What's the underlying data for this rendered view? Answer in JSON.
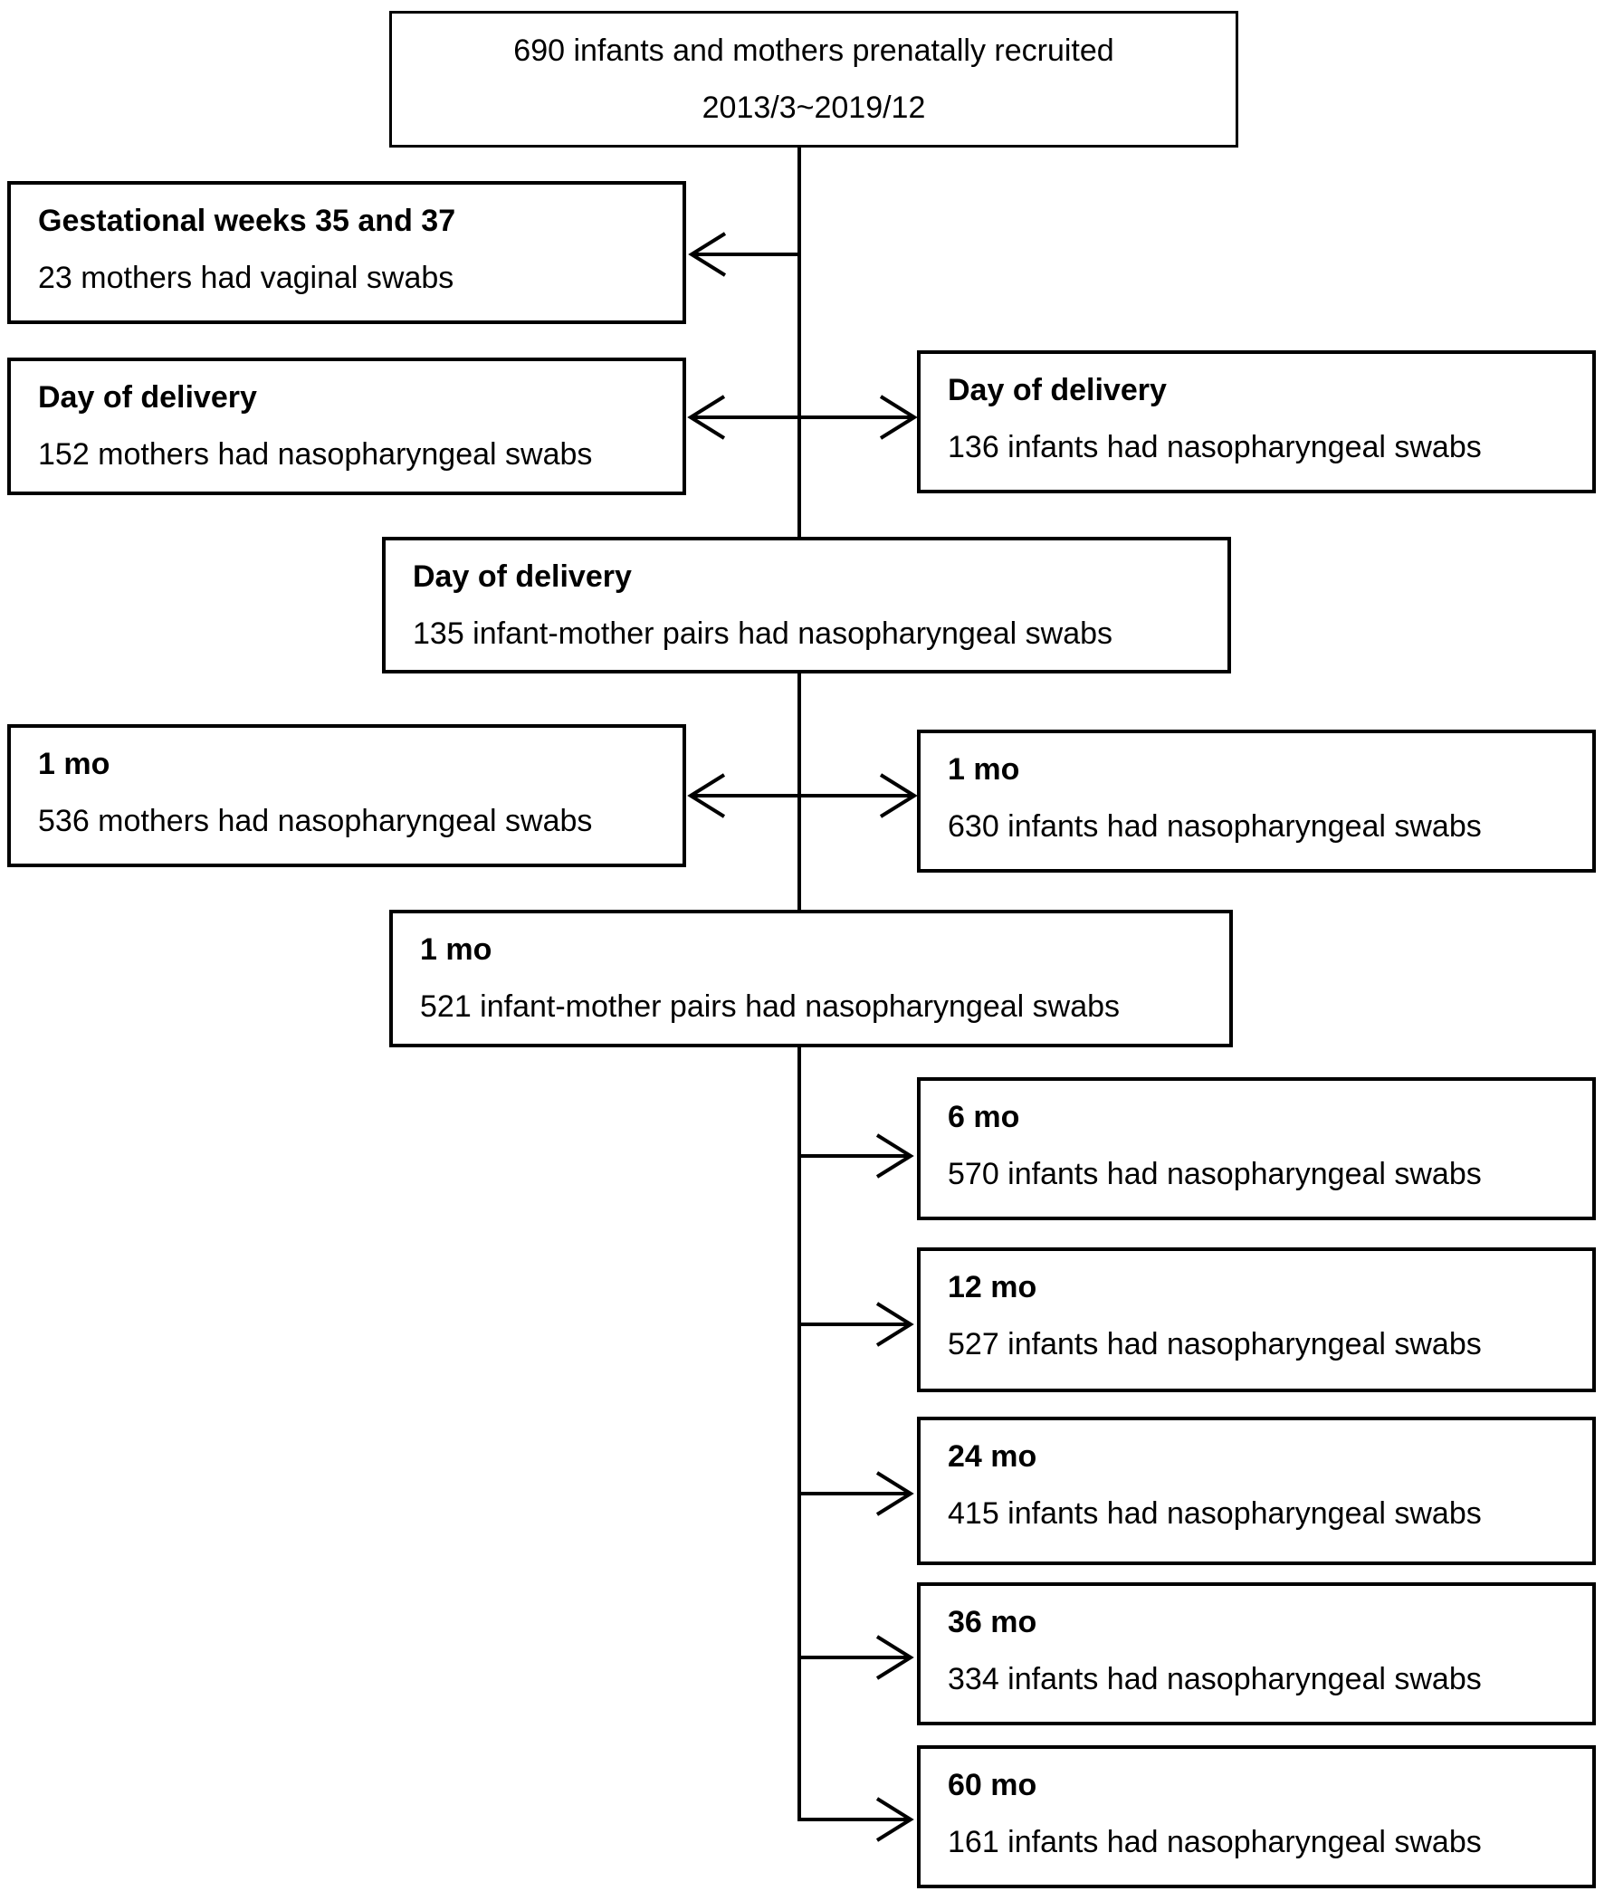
{
  "top_box": {
    "line1": "690 infants and mothers prenatally recruited",
    "line2": "2013/3~2019/12"
  },
  "boxes": {
    "gestational": {
      "title": "Gestational weeks 35 and 37",
      "detail": "23 mothers had vaginal swabs"
    },
    "delivery_mothers": {
      "title": "Day of delivery",
      "detail": "152 mothers had nasopharyngeal swabs"
    },
    "delivery_infants": {
      "title": "Day of delivery",
      "detail": "136 infants had nasopharyngeal swabs"
    },
    "delivery_pairs": {
      "title": "Day of delivery",
      "detail": "135 infant-mother pairs had nasopharyngeal swabs"
    },
    "mo1_mothers": {
      "title": "1 mo",
      "detail": "536 mothers had nasopharyngeal swabs"
    },
    "mo1_infants": {
      "title": "1 mo",
      "detail": "630 infants had nasopharyngeal swabs"
    },
    "mo1_pairs": {
      "title": "1 mo",
      "detail": "521 infant-mother pairs had nasopharyngeal swabs"
    },
    "mo6_infants": {
      "title": "6 mo",
      "detail": "570 infants had nasopharyngeal swabs"
    },
    "mo12_infants": {
      "title": "12 mo",
      "detail": "527 infants had nasopharyngeal swabs"
    },
    "mo24_infants": {
      "title": "24 mo",
      "detail": "415 infants had nasopharyngeal swabs"
    },
    "mo36_infants": {
      "title": "36 mo",
      "detail": "334 infants had nasopharyngeal swabs"
    },
    "mo60_infants": {
      "title": "60 mo",
      "detail": "161 infants had nasopharyngeal swabs"
    }
  },
  "colors": {
    "line": "#000000",
    "box_border": "#000000",
    "box_background": "#ffffff",
    "text": "#000000"
  }
}
